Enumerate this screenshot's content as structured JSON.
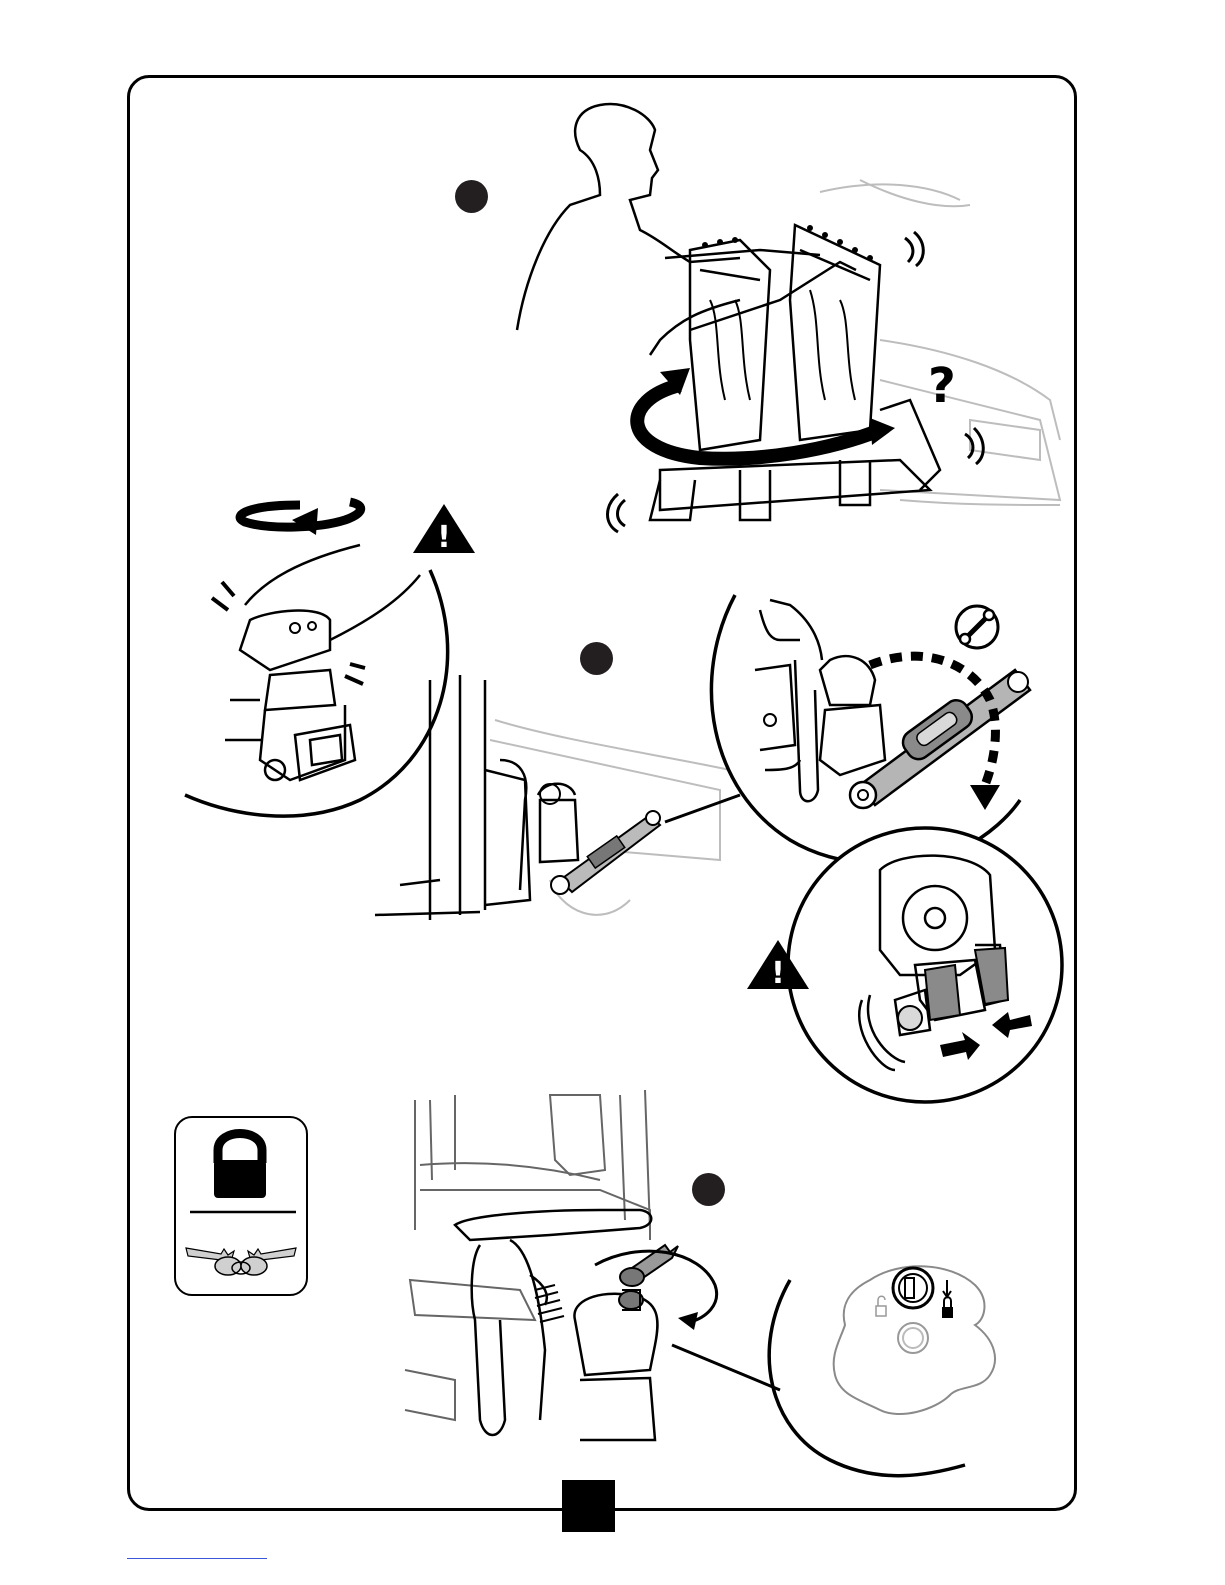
{
  "page": {
    "page_number": ""
  },
  "steps": [
    {
      "id": "step-1",
      "marker": ""
    },
    {
      "id": "step-2",
      "marker": ""
    },
    {
      "id": "step-3",
      "marker": ""
    }
  ],
  "symbols": {
    "warning_mark": "!",
    "question_mark": "?"
  },
  "icons": {
    "warning": "warning-triangle-icon",
    "question": "question-mark-icon",
    "wrench": "wrench-icon",
    "lock": "padlock-icon",
    "keys": "keys-icon"
  },
  "colors": {
    "ink": "#231f20",
    "line_grey": "#b3b3b3",
    "link_blue": "#3a56d8"
  }
}
